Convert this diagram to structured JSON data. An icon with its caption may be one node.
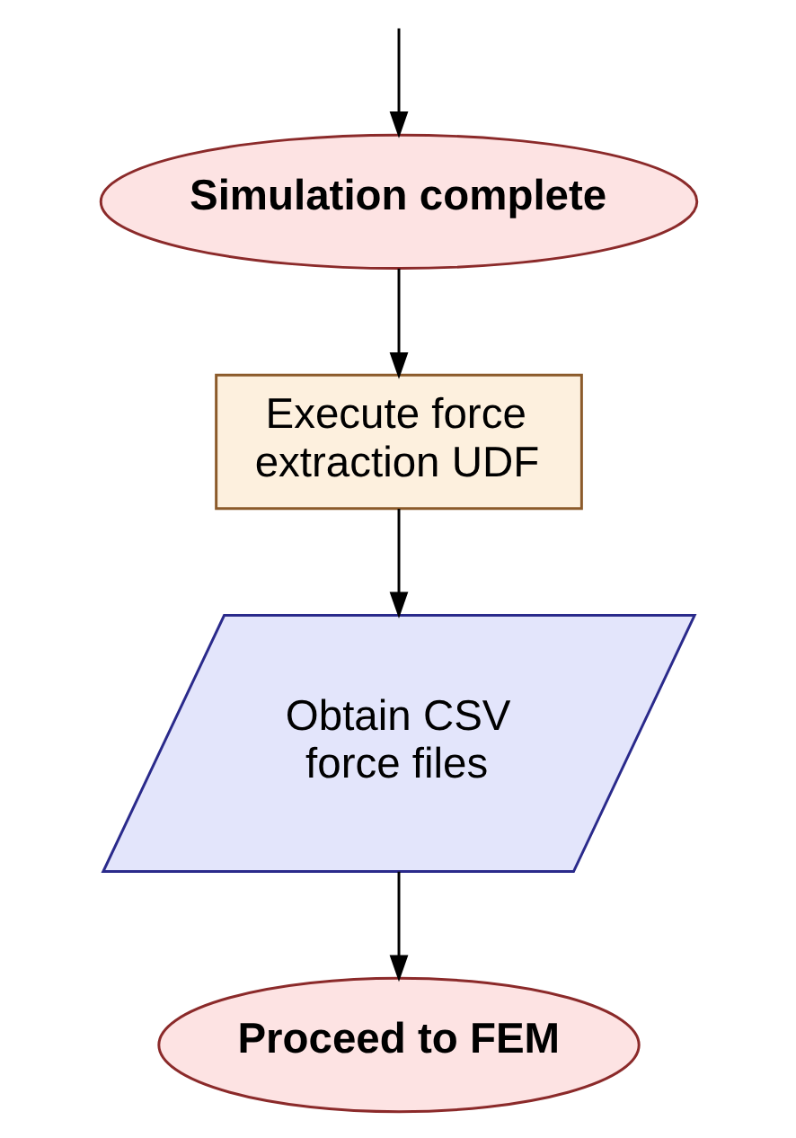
{
  "diagram": {
    "nodes": [
      {
        "text": [
          "Simulation complete"
        ]
      },
      {
        "text": [
          "Execute force extraction UDF"
        ]
      },
      {
        "text": [
          "Obtain CSV force files"
        ]
      },
      {
        "text": [
          "Proceed to FEM"
        ]
      }
    ],
    "edges": [
      {
        "from": null,
        "to": 0,
        "arrow": "to"
      },
      {
        "from": 0,
        "to": 1,
        "arrow": "to"
      },
      {
        "from": 1,
        "to": 2,
        "arrow": "to"
      },
      {
        "from": 2,
        "to": 3,
        "arrow": "to"
      }
    ]
  }
}
